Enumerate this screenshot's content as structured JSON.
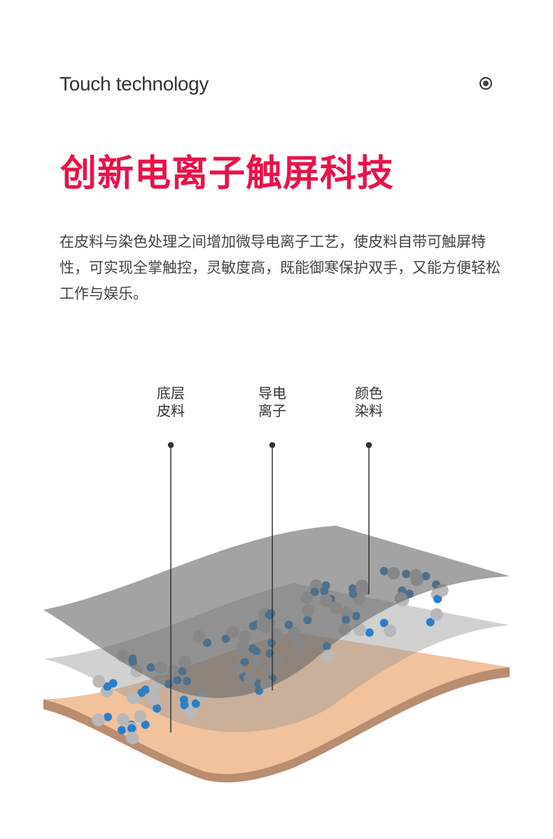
{
  "header": {
    "title_en": "Touch technology",
    "icon": "radio-dot-icon"
  },
  "headline": "创新电离子触屏科技",
  "description": "在皮料与染色处理之间增加微导电离子工艺，使皮料自带可触屏特性，可实现全掌触控，灵敏度高，既能御寒保护双手，又能方便轻松工作与娱乐。",
  "diagram": {
    "labels": [
      {
        "line1": "底层",
        "line2": "皮料"
      },
      {
        "line1": "导电",
        "line2": "离子"
      },
      {
        "line1": "颜色",
        "line2": "染料"
      }
    ],
    "colors": {
      "accent": "#e8134a",
      "leather": "#f2c29d",
      "leather_edge": "#b98d70",
      "ion_blue": "#2a7fc9",
      "ion_gray": "#b8b8b8"
    }
  }
}
